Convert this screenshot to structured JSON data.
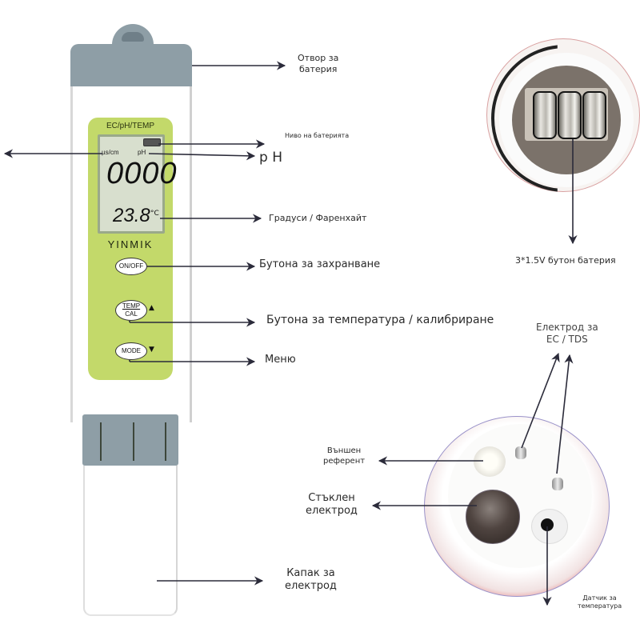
{
  "device": {
    "panel_title": "EC/pH/TEMP",
    "lcd": {
      "unit_left": "µs/cm",
      "unit_right": "pH",
      "main_reading": "0000",
      "temperature": "23.8",
      "temperature_unit": "°C"
    },
    "brand": "YINMIK",
    "buttons": {
      "power": "ON/OFF",
      "temp_top": "TEMP",
      "temp_bottom": "CAL",
      "mode": "MODE",
      "up_arrow": "▲",
      "down_arrow": "▼"
    },
    "colors": {
      "panel_green": "#c3d96a",
      "cap_gray": "#8e9ea6",
      "lcd_bg": "#d8dfce"
    }
  },
  "labels": {
    "battery_opening": [
      "Отвор за",
      "батерия"
    ],
    "battery_level": "Ниво на батерията",
    "ph": "p H",
    "degrees": "Градуси / Фаренхайт",
    "power_button": "Бутона за захранване",
    "temp_cal_button": "Бутона за температура / калибриране",
    "menu": "Меню",
    "electrode_cap": [
      "Капак за",
      "електрод"
    ],
    "button_battery": "3*1.5V бутон батерия",
    "ec_tds_electrode": [
      "Електрод за",
      "EC / TDS"
    ],
    "external_reference": [
      "Външен",
      "референт"
    ],
    "glass_electrode": [
      "Стъклен",
      "електрод"
    ],
    "temperature_sensor": [
      "Датчик за",
      "температура"
    ]
  }
}
